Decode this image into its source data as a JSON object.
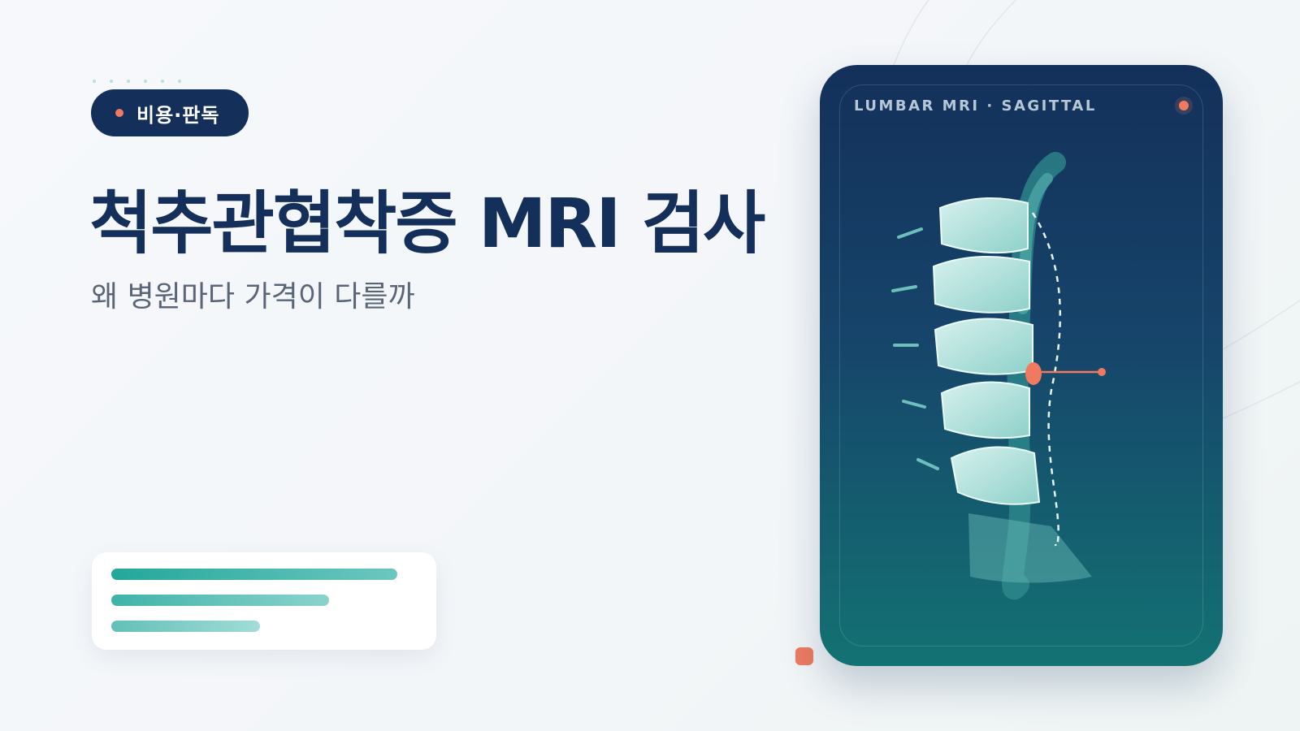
{
  "badge": {
    "label": "비용·판독"
  },
  "hero": {
    "title": "척추관협착증 MRI 검사",
    "subtitle": "왜 병원마다 가격이 다를까"
  },
  "bars": [
    {
      "fraction": 1.0
    },
    {
      "fraction": 0.76
    },
    {
      "fraction": 0.52
    }
  ],
  "mri_card": {
    "label": "LUMBAR MRI · SAGITTAL",
    "vertebra_count": 5
  },
  "colors": {
    "navy": "#14305a",
    "accent": "#f07a60",
    "teal": "#23a79a",
    "muted_text": "#5a6678",
    "vertebra": "#bfe8e3"
  },
  "icons": {
    "badge_dot": "status-dot-icon",
    "card_live_dot": "recording-dot-icon",
    "spine": "lumbar-spine-illustration"
  }
}
